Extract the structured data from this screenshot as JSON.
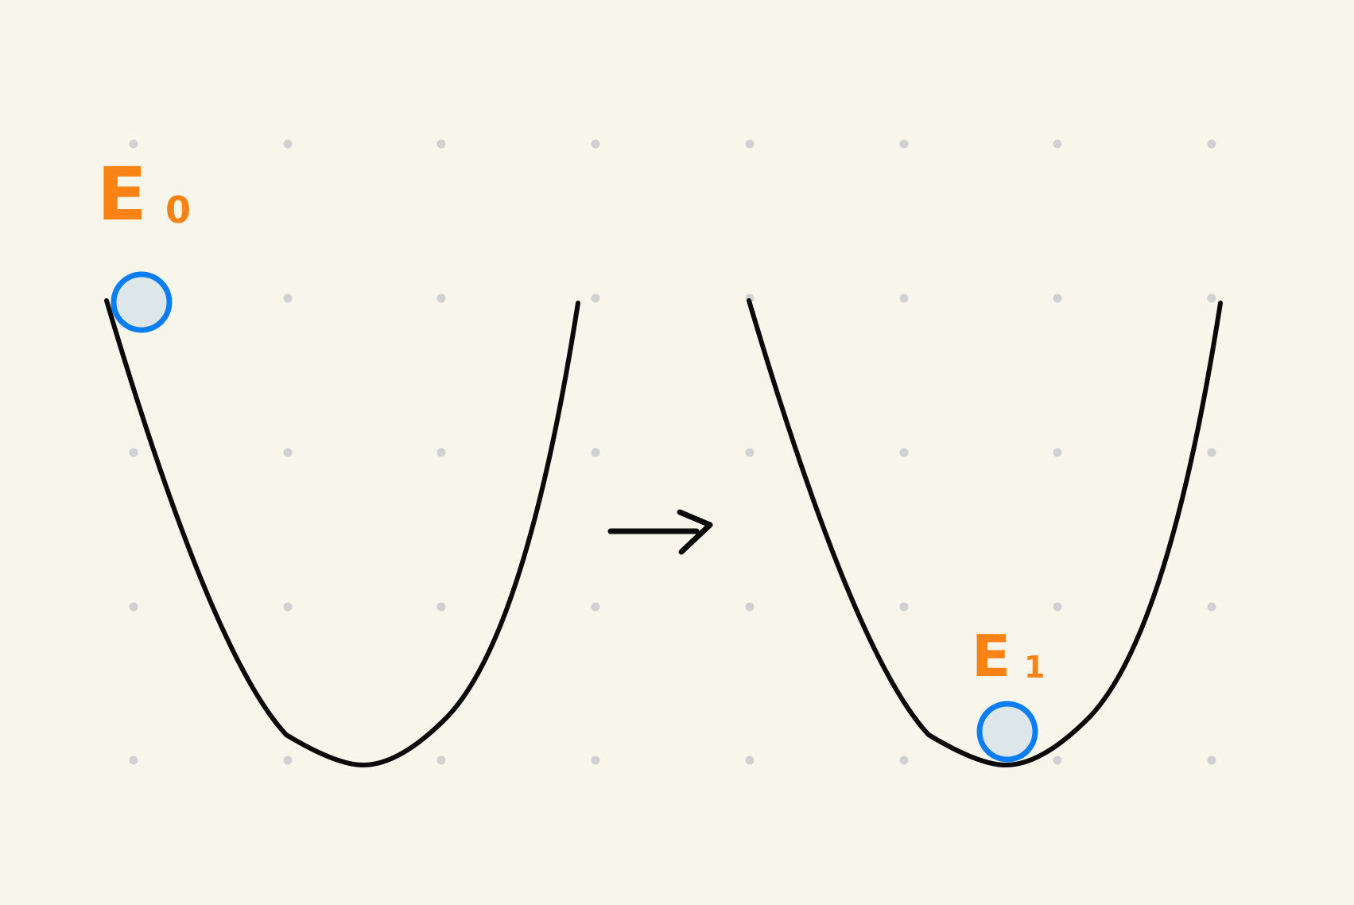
{
  "colors": {
    "background": "#f8f6ea",
    "grid_dot": "#cfd1d3",
    "curve": "#0a0a0a",
    "arrow": "#0a0a0a",
    "ball_fill": "#dde6e8",
    "ball_stroke": "#0b7ef5",
    "label": "#fb8315"
  },
  "labels": {
    "left_energy": "E",
    "left_energy_sub": "0",
    "right_energy": "E",
    "right_energy_sub": "1"
  }
}
